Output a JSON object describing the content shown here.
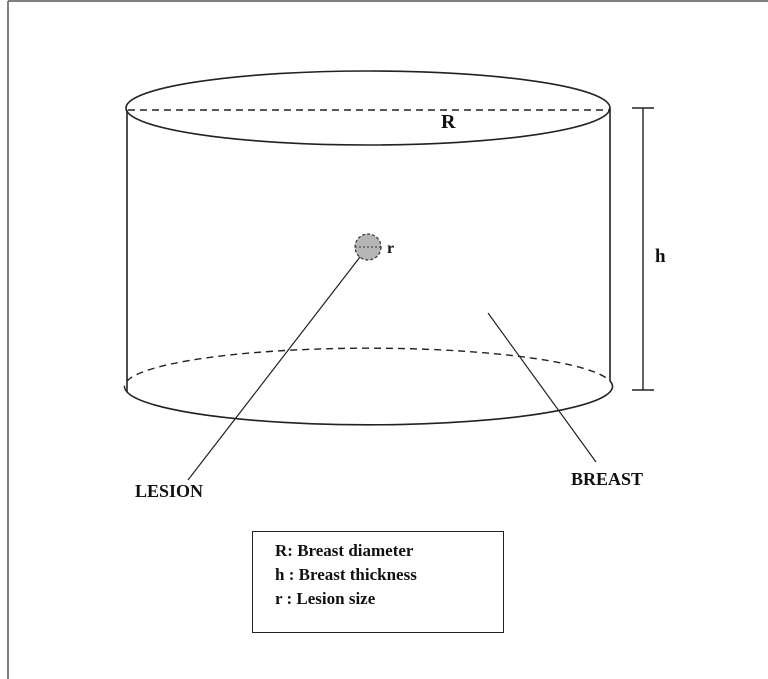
{
  "labels": {
    "diameter": "R",
    "thickness": "h",
    "lesion_size": "r",
    "lesion": "LESION",
    "breast": "BREAST"
  },
  "legend": {
    "items": [
      "R: Breast diameter",
      "h : Breast thickness",
      "r : Lesion size"
    ]
  },
  "colors": {
    "stroke": "#222222",
    "lesion_fill": "#b5b5b5",
    "frame": "#555555"
  }
}
